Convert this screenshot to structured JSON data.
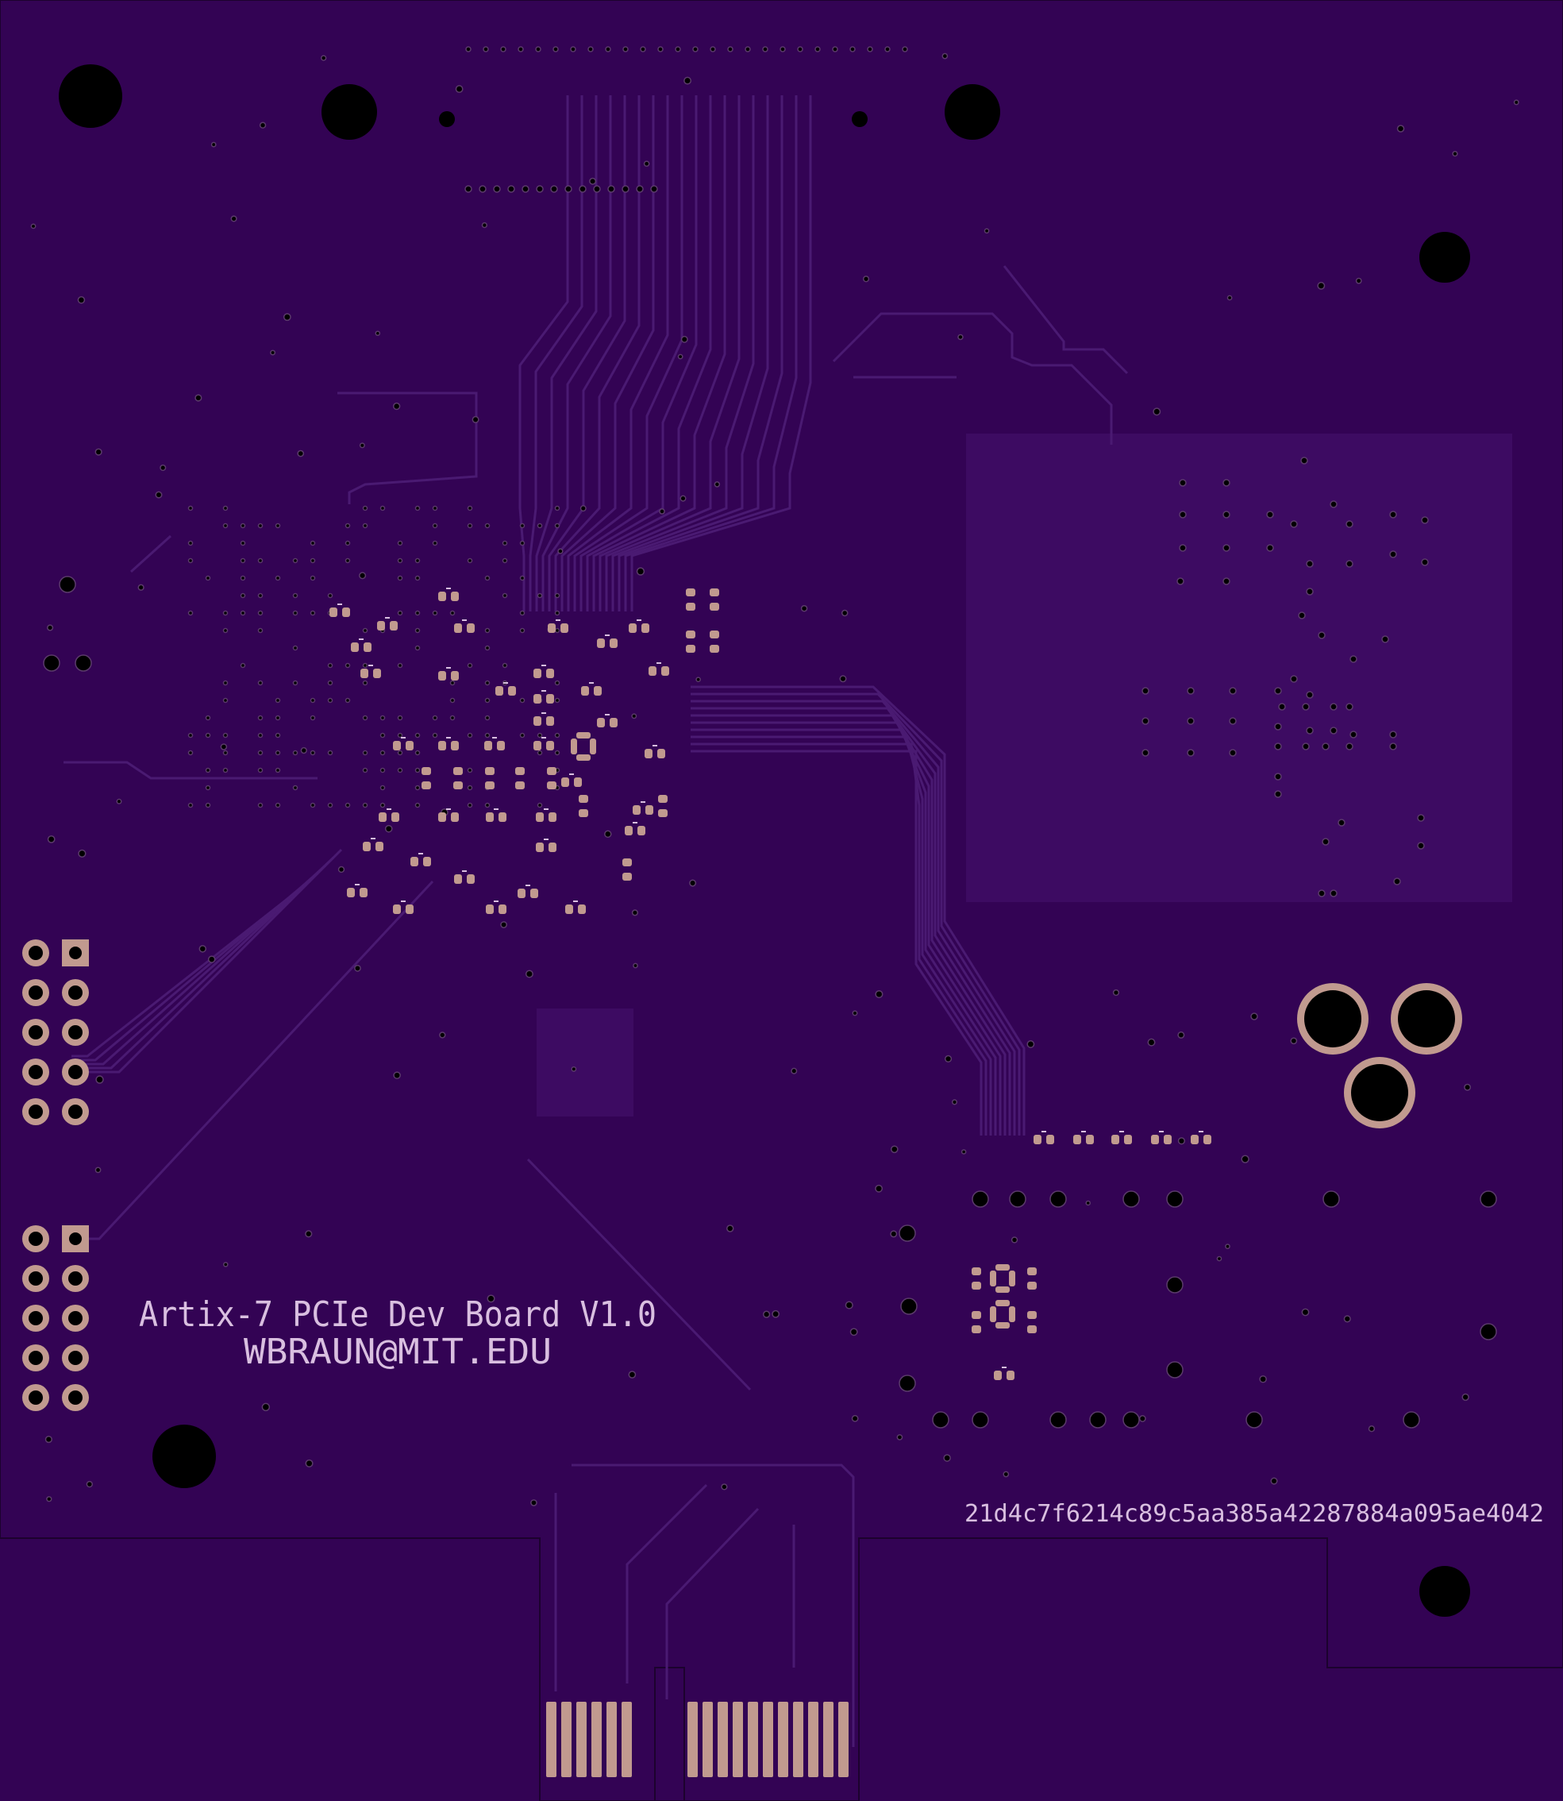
{
  "board": {
    "title": "Artix-7 PCIe Dev Board V1.0",
    "author": "WBRAUN@MIT.EDU",
    "hash": "21d4c7f6214c89c5aa385a42287884a095ae4042"
  },
  "colors": {
    "soldermask": "#330354",
    "soldermask_light": "#3d0b62",
    "trace": "#4a1a72",
    "copper_pad": "#c19a8f",
    "silkscreen": "#d9bfe0",
    "hole": "#000000"
  },
  "icons": [
    "mounting-hole-icon",
    "via-icon",
    "smd-pad-icon",
    "pin-header-icon",
    "pcie-edge-finger-icon"
  ]
}
